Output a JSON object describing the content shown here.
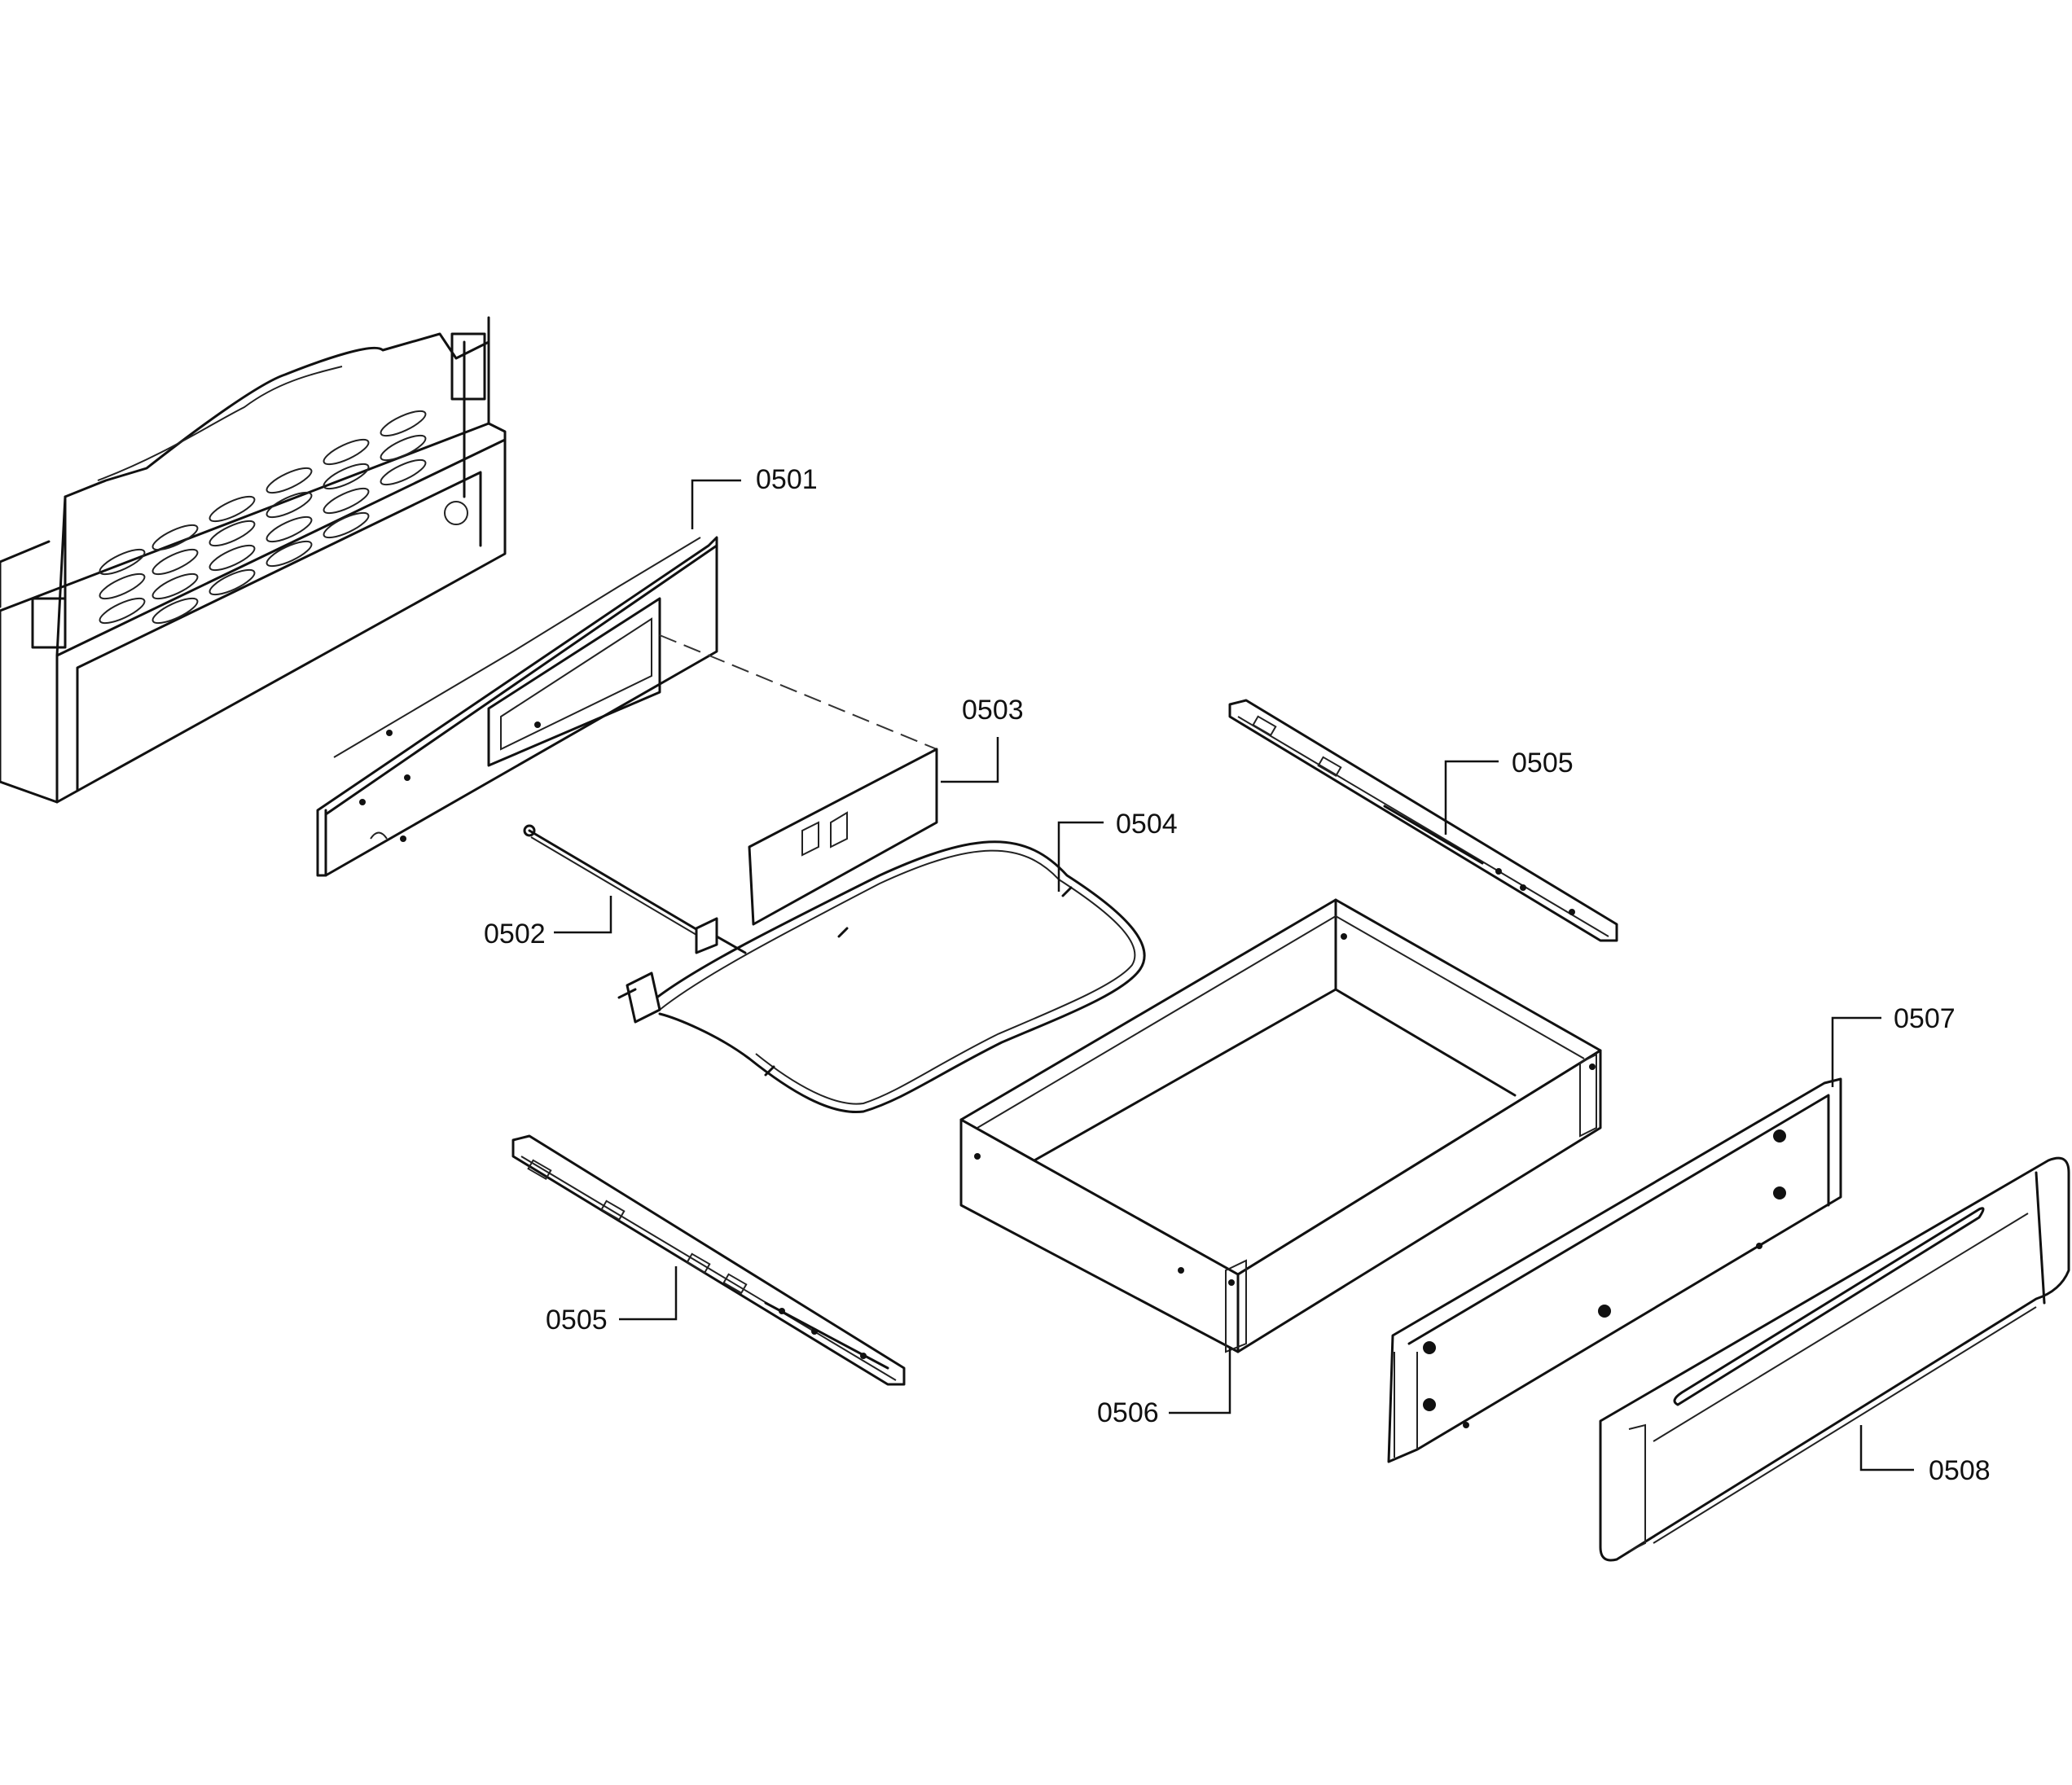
{
  "diagram": {
    "callouts": {
      "p0501": "0501",
      "p0502": "0502",
      "p0503": "0503",
      "p0504": "0504",
      "p0505a": "0505",
      "p0505b": "0505",
      "p0506": "0506",
      "p0507": "0507",
      "p0508": "0508"
    }
  }
}
